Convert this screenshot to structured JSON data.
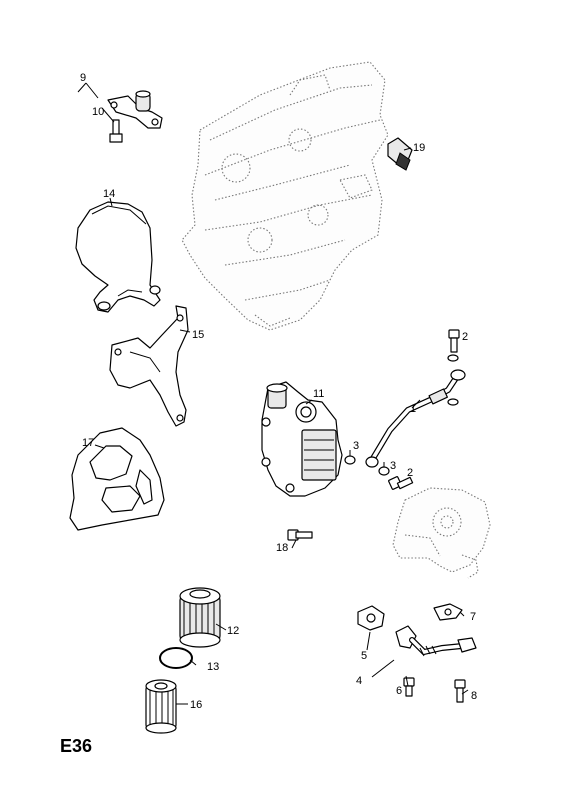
{
  "diagram_code": "E36",
  "callouts": {
    "c1": "1",
    "c2a": "2",
    "c2b": "2",
    "c3a": "3",
    "c3b": "3",
    "c4": "4",
    "c5": "5",
    "c6": "6",
    "c7": "7",
    "c8": "8",
    "c9": "9",
    "c10": "10",
    "c11": "11",
    "c12": "12",
    "c13": "13",
    "c14": "14",
    "c15": "15",
    "c16": "16",
    "c17": "17",
    "c18": "18",
    "c19": "19"
  }
}
